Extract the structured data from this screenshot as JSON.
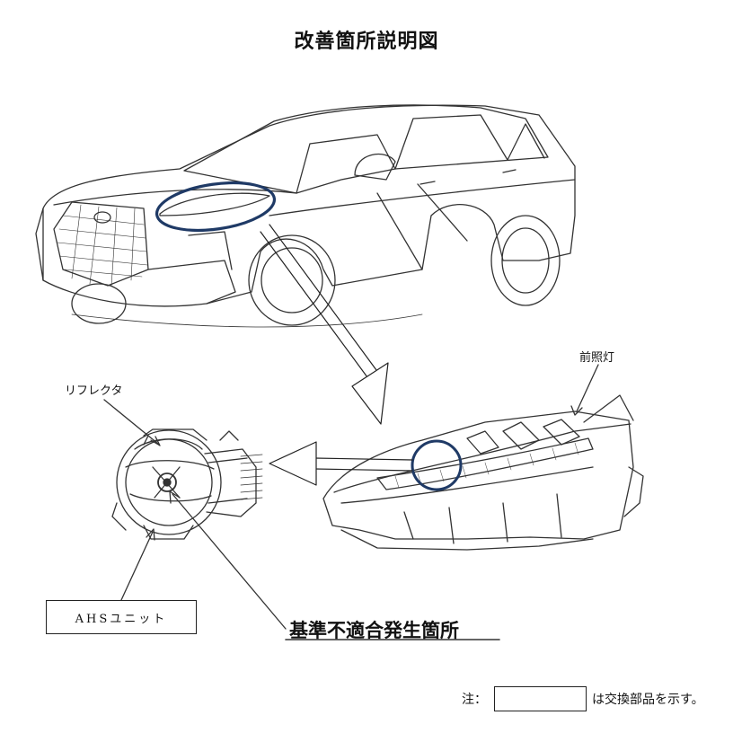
{
  "title": "改善箇所説明図",
  "labels": {
    "headlamp": "前照灯",
    "reflector": "リフレクタ",
    "ahs_unit": "AHSユニット",
    "defect_location": "基準不適合発生箇所"
  },
  "note": {
    "prefix": "注：",
    "suffix": "は交換部品を示す。"
  },
  "colors": {
    "highlight_circle": "#1f3a66",
    "line_art": "#333333"
  }
}
